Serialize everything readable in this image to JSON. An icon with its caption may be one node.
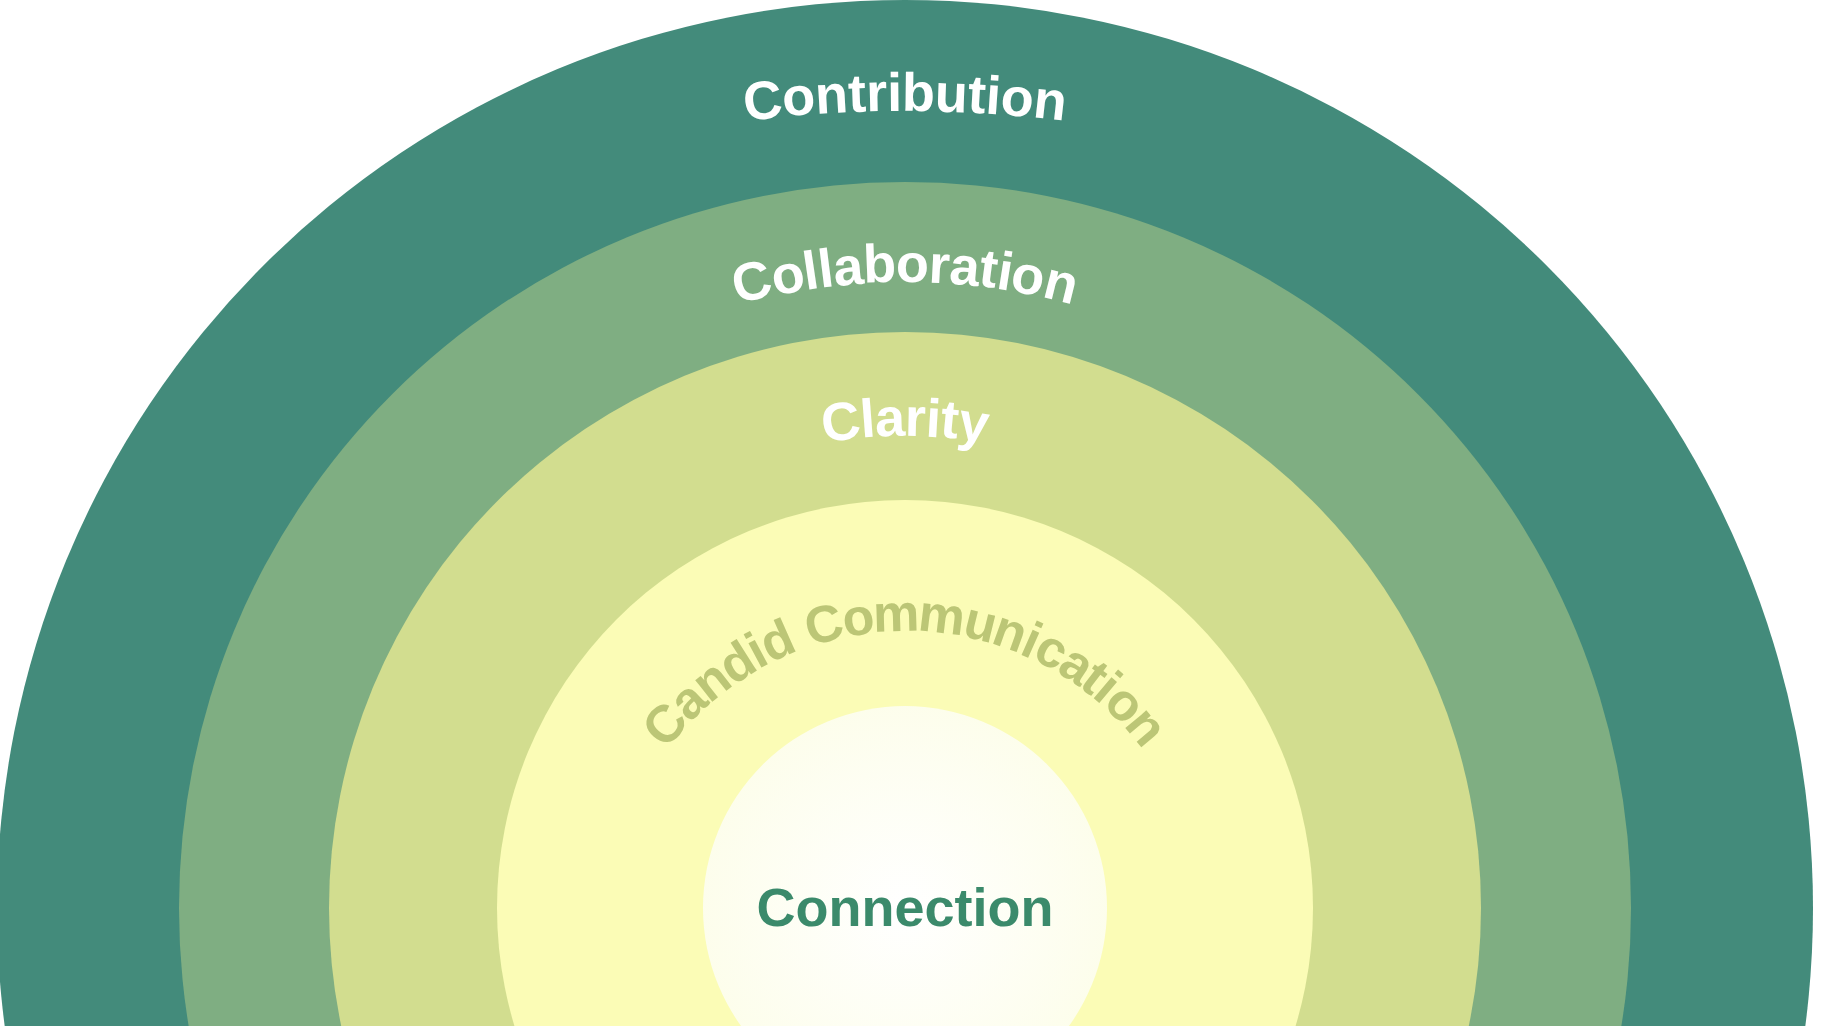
{
  "diagram": {
    "nodes": [
      {
        "text": [
          "Contribution"
        ]
      },
      {
        "text": [
          "Collaboration"
        ],
        "in": 0
      },
      {
        "text": [
          "Clarity"
        ],
        "in": 1
      },
      {
        "text": [
          "Candid Communication"
        ],
        "in": 2
      },
      {
        "text": [
          "Connection"
        ],
        "in": 3
      }
    ]
  }
}
